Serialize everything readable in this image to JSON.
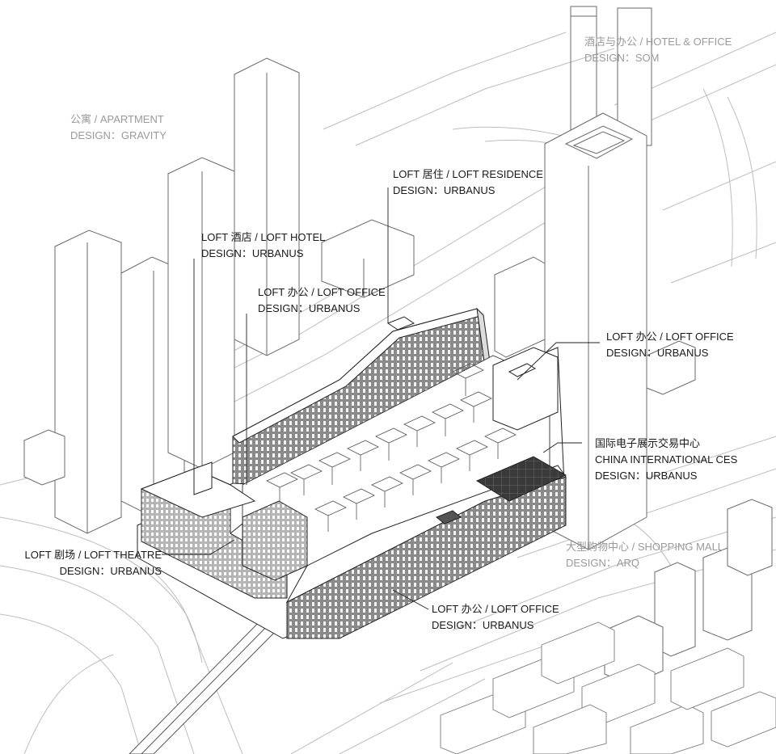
{
  "labels": {
    "apartment": {
      "name": "公寓 / APARTMENT",
      "design": "DESIGN：GRAVITY"
    },
    "hotel_office": {
      "name": "酒店与办公 / HOTEL & OFFICE",
      "design": "DESIGN：SOM"
    },
    "loft_residence": {
      "name": "LOFT 居住 / LOFT RESIDENCE",
      "design": "DESIGN：URBANUS"
    },
    "loft_hotel": {
      "name": "LOFT 酒店 / LOFT HOTEL",
      "design": "DESIGN：URBANUS"
    },
    "loft_office_center": {
      "name": "LOFT 办公 / LOFT OFFICE",
      "design": "DESIGN：URBANUS"
    },
    "loft_office_right": {
      "name": "LOFT 办公 / LOFT OFFICE",
      "design": "DESIGN：URBANUS"
    },
    "ces": {
      "name_cn": "国际电子展示交易中心",
      "name_en": "CHINA INTERNATIONAL CES",
      "design": "DESIGN：URBANUS"
    },
    "shopping_mall": {
      "name": "大型购物中心 / SHOPPING MALL",
      "design": "DESIGN：ARQ"
    },
    "loft_theatre": {
      "name": "LOFT 剧场 / LOFT THEATRE",
      "design": "DESIGN：URBANUS"
    },
    "loft_office_bottom": {
      "name": "LOFT 办公 / LOFT OFFICE",
      "design": "DESIGN：URBANUS"
    }
  },
  "colors": {
    "ink": "#1a1a1a",
    "context_grey": "#9a9a9a",
    "facade_dark": "#6e6e6e",
    "facade_mid": "#a9a9a9",
    "roof_panels": "#3a3a3a"
  }
}
